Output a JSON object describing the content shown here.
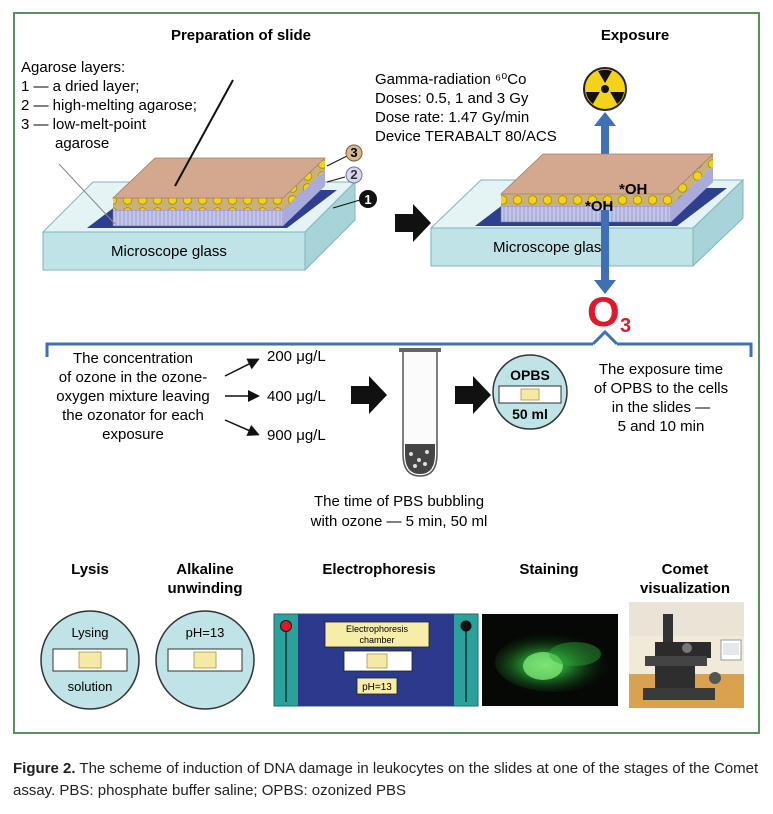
{
  "prep": {
    "title": "Preparation of slide",
    "agarose_lines": [
      "Agarose layers:",
      "1 — a dried layer;",
      "2 — high-melting agarose;",
      "3 — low-melt-point",
      "agarose"
    ],
    "glass_label": "Microscope glass",
    "badges": [
      "3",
      "2",
      "1"
    ]
  },
  "exposure": {
    "title": "Exposure",
    "gamma_lines": [
      "Gamma-radiation ⁶⁰Co",
      "Doses: 0.5, 1 and 3 Gy",
      "Dose rate: 1.47 Gy/min",
      "Device TERABALT 80/ACS"
    ],
    "glass_label": "Microscope glass",
    "oh_label_1": "*OH",
    "oh_label_2": "*OH",
    "ozone_symbol": "O",
    "ozone_subscript": "3",
    "icon": "radiation-icon"
  },
  "ozone": {
    "concentration_lines": [
      "The concentration",
      "of ozone in the ozone-",
      "oxygen mixture leaving",
      "the ozonator for each",
      "exposure"
    ],
    "levels": [
      "200 μg/L",
      "400 μg/L",
      "900 μg/L"
    ],
    "opbs_label": "OPBS",
    "opbs_volume": "50 ml",
    "exposure_time_lines": [
      "The exposure time",
      "of OPBS to the cells",
      "in the slides —",
      "5 and 10 min"
    ],
    "bubbling_lines": [
      "The time of PBS bubbling",
      "with ozone — 5 min, 50 ml"
    ]
  },
  "stages": {
    "lysis_title": "Lysis",
    "lysis_top": "Lysing",
    "lysis_bottom": "solution",
    "alkaline_title_1": "Alkaline",
    "alkaline_title_2": "unwinding",
    "alkaline_ph": "pH=13",
    "electro_title": "Electrophoresis",
    "electro_chamber_1": "Electrophoresis",
    "electro_chamber_2": "chamber",
    "electro_ph": "pH=13",
    "staining_title": "Staining",
    "comet_title_1": "Comet",
    "comet_title_2": "visualization"
  },
  "caption": {
    "label": "Figure 2.",
    "text": " The scheme of induction of DNA damage in leukocytes on the slides at one of the stages of the Comet assay. PBS: phosphate buffer saline; OPBS: ozonized PBS"
  },
  "colors": {
    "frame": "#5a8f5e",
    "glass": "#bfe3e6",
    "agarose_top": "#d4a88e",
    "dried_layer": "#2e3f8f",
    "bead": "#f2d21b",
    "ozone_red": "#e0192a",
    "arrow_blue": "#3f6fb5",
    "chamber_teal": "#2aa19a",
    "chamber_navy": "#2b3a8c"
  }
}
